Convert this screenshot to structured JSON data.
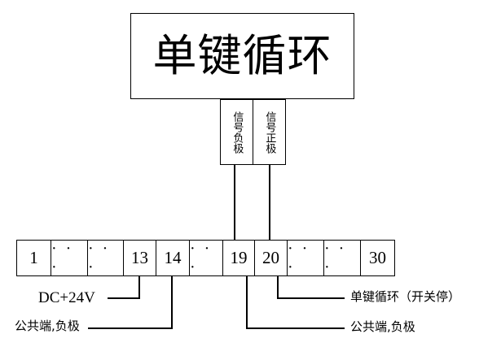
{
  "diagram": {
    "title_box": {
      "label": "单键循环"
    },
    "signal_terminals": [
      {
        "name": "signal-negative",
        "label": "信号负极"
      },
      {
        "name": "signal-positive",
        "label": "信号正极"
      }
    ],
    "terminal_strip": {
      "cells": [
        {
          "label": "1",
          "kind": "number"
        },
        {
          "label": "· · ·",
          "kind": "ellipsis"
        },
        {
          "label": "· · ·",
          "kind": "ellipsis"
        },
        {
          "label": "13",
          "kind": "number"
        },
        {
          "label": "14",
          "kind": "number"
        },
        {
          "label": "· · ·",
          "kind": "ellipsis"
        },
        {
          "label": "19",
          "kind": "number"
        },
        {
          "label": "20",
          "kind": "number"
        },
        {
          "label": "· · ·",
          "kind": "ellipsis"
        },
        {
          "label": "· · ·",
          "kind": "ellipsis"
        },
        {
          "label": "30",
          "kind": "number"
        }
      ]
    },
    "callouts": {
      "dc_supply": "DC+24V",
      "common_negative_left": "公共端,负极",
      "single_key_cycle": "单键循环（开关停）",
      "common_negative_right": "公共端,负极"
    },
    "colors": {
      "line": "#000000",
      "background": "#ffffff",
      "text": "#000000"
    }
  }
}
